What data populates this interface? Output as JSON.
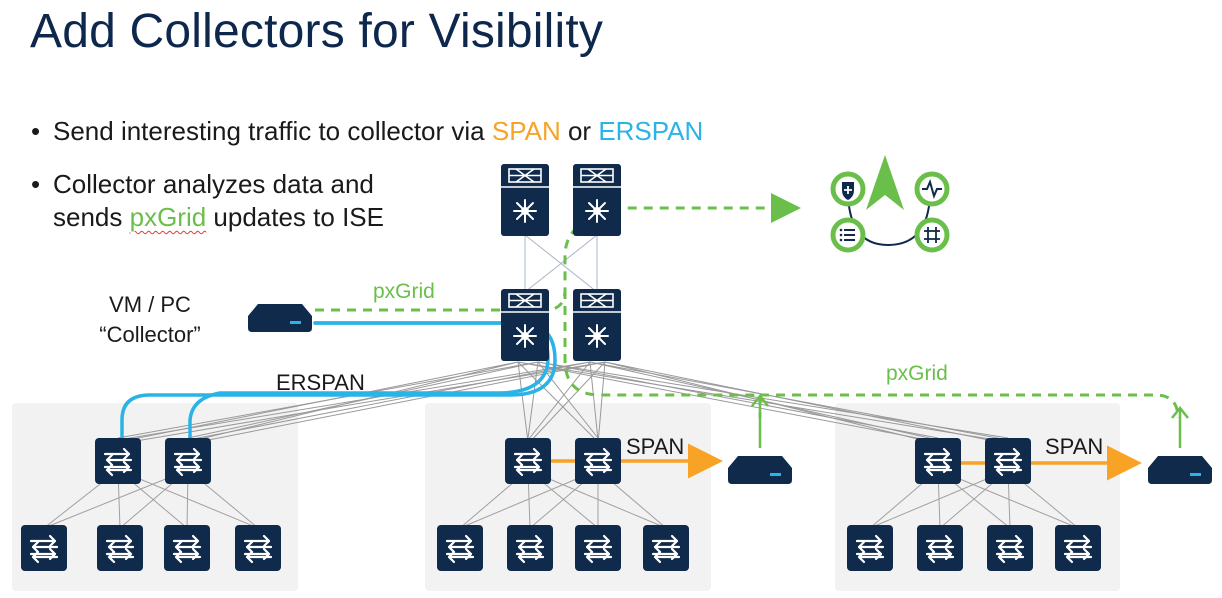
{
  "title": "Add Collectors for Visibility",
  "bullets": {
    "b1": {
      "text_before": "Send interesting traffic to collector via ",
      "span": "SPAN",
      "or": " or ",
      "erspan": "ERSPAN"
    },
    "b2": {
      "line1": "Collector analyzes data and",
      "line2_before": "sends ",
      "pxgrid": "pxGrid",
      "line2_after": " updates to ISE"
    }
  },
  "labels": {
    "collector_line1": "VM / PC",
    "collector_line2": "“Collector”",
    "pxgrid_left": "pxGrid",
    "pxgrid_right": "pxGrid",
    "erspan": "ERSPAN",
    "span_middle": "SPAN",
    "span_right": "SPAN"
  },
  "colors": {
    "navy": "#0d274d",
    "device": "#0f2a4a",
    "span_orange": "#f8a325",
    "erspan_cyan": "#2ab3e6",
    "pxgrid_green": "#6abf4b",
    "panel": "#f2f2f2"
  },
  "icons": [
    "core-switch-icon",
    "distribution-switch-icon",
    "access-switch-icon",
    "collector-appliance-icon",
    "ise-icon"
  ]
}
